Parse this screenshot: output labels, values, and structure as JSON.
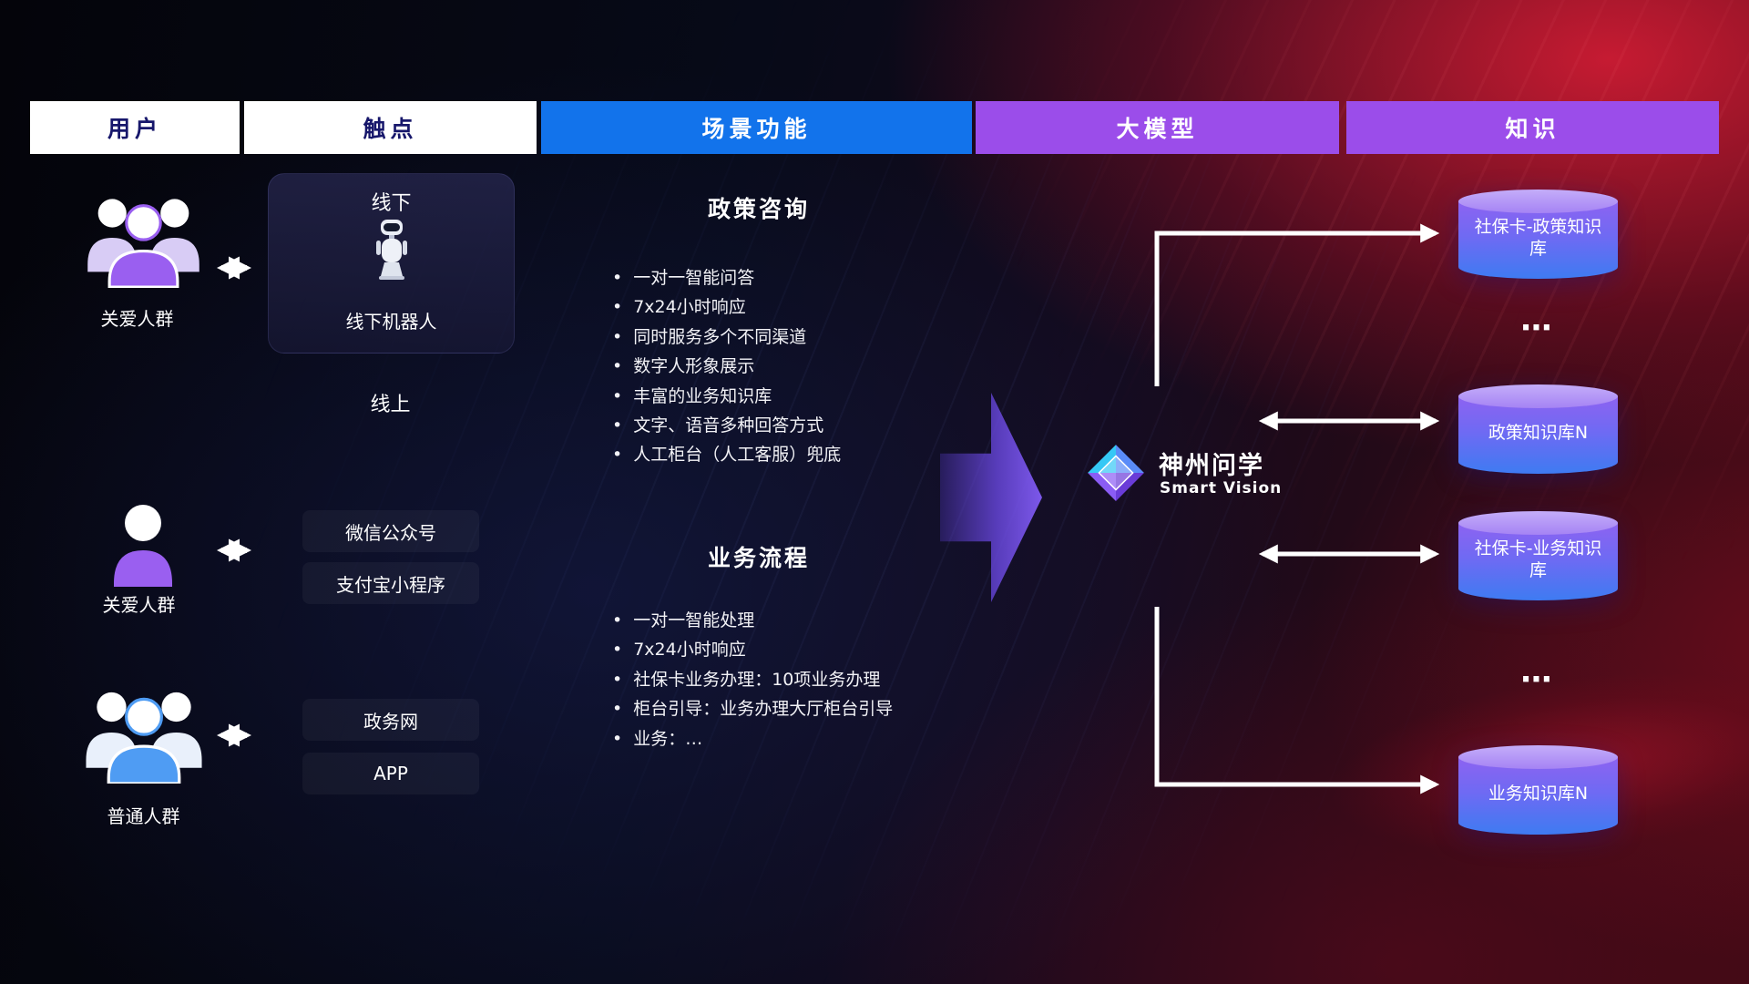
{
  "headers": [
    {
      "label": "用户"
    },
    {
      "label": "触点"
    },
    {
      "label": "场景功能"
    },
    {
      "label": "大模型"
    },
    {
      "label": "知识"
    }
  ],
  "users": {
    "group1_label": "关爱人群",
    "group2_label": "关爱人群",
    "group3_label": "普通人群"
  },
  "touchpoints": {
    "offline_title": "线下",
    "offline_device": "线下机器人",
    "online_title": "线上",
    "channel1": "微信公众号",
    "channel2": "支付宝小程序",
    "channel3": "政务网",
    "channel4": "APP"
  },
  "scenarios": {
    "section1": {
      "title": "政策咨询",
      "items": [
        "一对一智能问答",
        "7x24小时响应",
        "同时服务多个不同渠道",
        "数字人形象展示",
        "丰富的业务知识库",
        "文字、语音多种回答方式",
        "人工柜台（人工客服）兜底"
      ]
    },
    "section2": {
      "title": "业务流程",
      "items": [
        "一对一智能处理",
        "7x24小时响应",
        "社保卡业务办理：10项业务办理",
        "柜台引导：业务办理大厅柜台引导",
        "业务：…"
      ]
    }
  },
  "model": {
    "name": "神州问学",
    "subtitle": "Smart Vision"
  },
  "knowledge": {
    "db1": "社保卡-政策知识库",
    "dots1": "⋯",
    "db2": "政策知识库N",
    "db3": "社保卡-业务知识库",
    "dots2": "⋯",
    "db4": "业务知识库N"
  },
  "colors": {
    "header_blue": "#1273eb",
    "header_purple": "#9b4dea",
    "header_text_dark": "#17176b",
    "accent_purple": "#9a5ff0",
    "accent_blue": "#4f9cf3",
    "cylinder_top": "#b49af6",
    "cylinder_from": "#8d63f1",
    "cylinder_to": "#3e7bf2",
    "arrow_white": "#ffffff"
  }
}
